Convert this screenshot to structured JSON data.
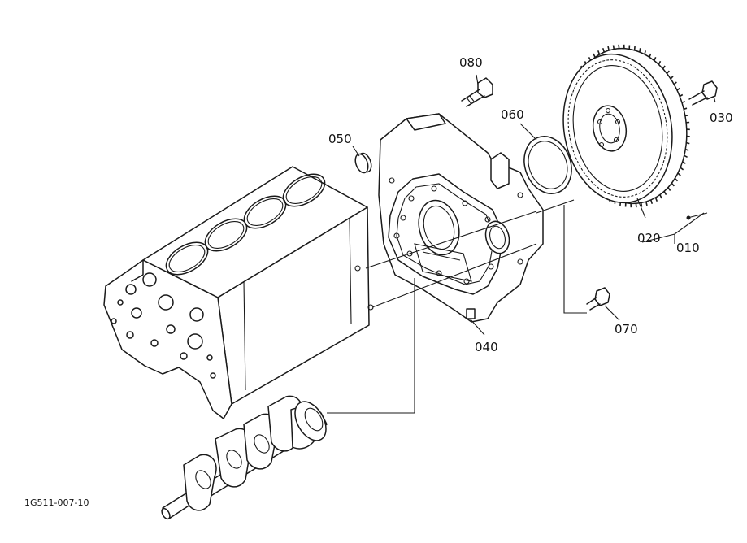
{
  "diagram": {
    "reference_code": "1G511-007-10",
    "callouts": {
      "p010": "010",
      "p020": "020",
      "p030": "030",
      "p040": "040",
      "p050": "050",
      "p060": "060",
      "p070": "070",
      "p080": "080"
    }
  },
  "parts": {
    "engine_block": "engine block",
    "crankshaft": "crankshaft",
    "flywheel_housing": "flywheel housing",
    "flywheel_assembly": "flywheel with ring gear",
    "oil_seal": "oil seal",
    "plug": "plug",
    "housing_bolt_top": "bolt",
    "housing_bolt_bottom": "bolt",
    "flywheel_bolt": "bolt"
  },
  "colors": {
    "line": "#1a1a1a",
    "paper": "#ffffff"
  }
}
